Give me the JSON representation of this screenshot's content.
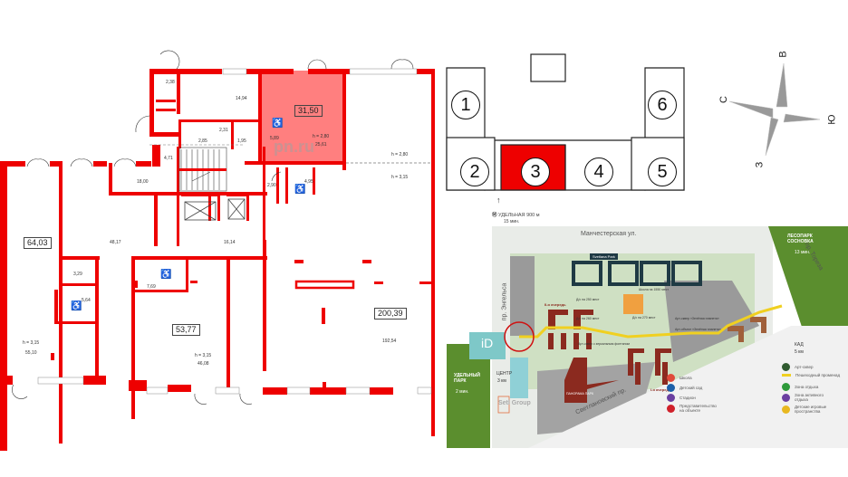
{
  "floor_plan": {
    "selected_unit": {
      "total_area": "31,50",
      "height": "h = 2,80",
      "rooms": [
        "5,89",
        "25,61"
      ]
    },
    "units": [
      {
        "id": "unit-64",
        "total_area": "64,03",
        "height": "h = 3,15",
        "rooms": [
          "55,10",
          "3,29",
          "5,64"
        ]
      },
      {
        "id": "unit-53",
        "total_area": "53,77",
        "height": "h = 3,15",
        "rooms": [
          "46,08",
          "7,69"
        ]
      },
      {
        "id": "unit-200",
        "total_area": "200,39",
        "height": "h = 3,15",
        "rooms": [
          "192,54",
          "2,90",
          "4,95"
        ]
      }
    ],
    "common_rooms": [
      "2,38",
      "14,94",
      "2,31",
      "2,85",
      "1,95",
      "4,71",
      "18,00",
      "48,17",
      "16,14"
    ],
    "height_labels": {
      "upper": "h = 2,80",
      "lower": "h = 3,15"
    },
    "watermark": "pn.ru"
  },
  "section_plan": {
    "sections": [
      "1",
      "2",
      "3",
      "4",
      "5",
      "6"
    ],
    "selected_section": "3",
    "compass": {
      "north": "С",
      "east": "В",
      "south": "Ю",
      "west": "З"
    }
  },
  "site_map": {
    "street_north": "Манчестерская ул.",
    "street_west": "пр. Энгельса",
    "street_east": "пр. Тореза",
    "street_south": "Светлановский пр.",
    "metro": {
      "name": "УДЕЛЬНАЯ",
      "distance": "900 м",
      "time": "15 мин."
    },
    "park_left": {
      "name": "УДЕЛЬНЫЙ ПАРК",
      "time": "2 мин."
    },
    "park_right": {
      "name": "ЛЕСОПАРК СОСНОВКА",
      "time": "13 мин."
    },
    "center": {
      "label": "ЦЕНТР",
      "distance": "3 км"
    },
    "kad": {
      "label": "КАД",
      "distance": "5 км"
    },
    "project_name": "ПАНОРАМА ПАРК",
    "brand_left": "iD",
    "developer": "Setl Group",
    "svetlana_park": "Svetlana Park",
    "queue_1": "I-я очередь",
    "queue_2": "II-я очередь",
    "art_square_fountain": "Арт-сквер с зеркальным фонтаном",
    "art_square_green": "Арт-сквер «Зелёная планета»",
    "art_object_green": "Арт-объект «Зелёная планета»",
    "kindergarten_1": "Д/с на 250 мест",
    "kindergarten_2": "Д/с на 260 мест",
    "kindergarten_3": "Д/с на 270 мест",
    "school": "Школа на 1550 мест",
    "legend_left": [
      {
        "label": "Школа",
        "color": "#e04a3a",
        "icon": "school-icon"
      },
      {
        "label": "Детский сад",
        "color": "#1d5fa8",
        "icon": "kindergarten-icon"
      },
      {
        "label": "Стадион",
        "color": "#6a3fa0",
        "icon": "stadium-icon"
      },
      {
        "label": "Представительство на объекте",
        "color": "#d0202a",
        "icon": "office-icon"
      }
    ],
    "legend_right": [
      {
        "label": "Арт-сквер",
        "color": "#2f5a2f",
        "icon": "art-square-icon"
      },
      {
        "label": "Пешеходный променад",
        "color": "#f0d020",
        "icon": "promenade-line"
      },
      {
        "label": "Зона отдыха",
        "color": "#2e9a3a",
        "icon": "rest-zone-icon"
      },
      {
        "label": "Зона активного отдыха",
        "color": "#6a3fa0",
        "icon": "active-zone-icon"
      },
      {
        "label": "Детские игровые пространства",
        "color": "#e8b820",
        "icon": "playground-icon"
      }
    ]
  },
  "colors": {
    "wall": "#ee0000",
    "selected": "#ff7f7f",
    "map_bg": "#e9ece8",
    "park_green": "#5b8e2e",
    "building_brick": "#8b2a1f",
    "building_dark": "#1f3a44",
    "promenade": "#f0d020"
  }
}
